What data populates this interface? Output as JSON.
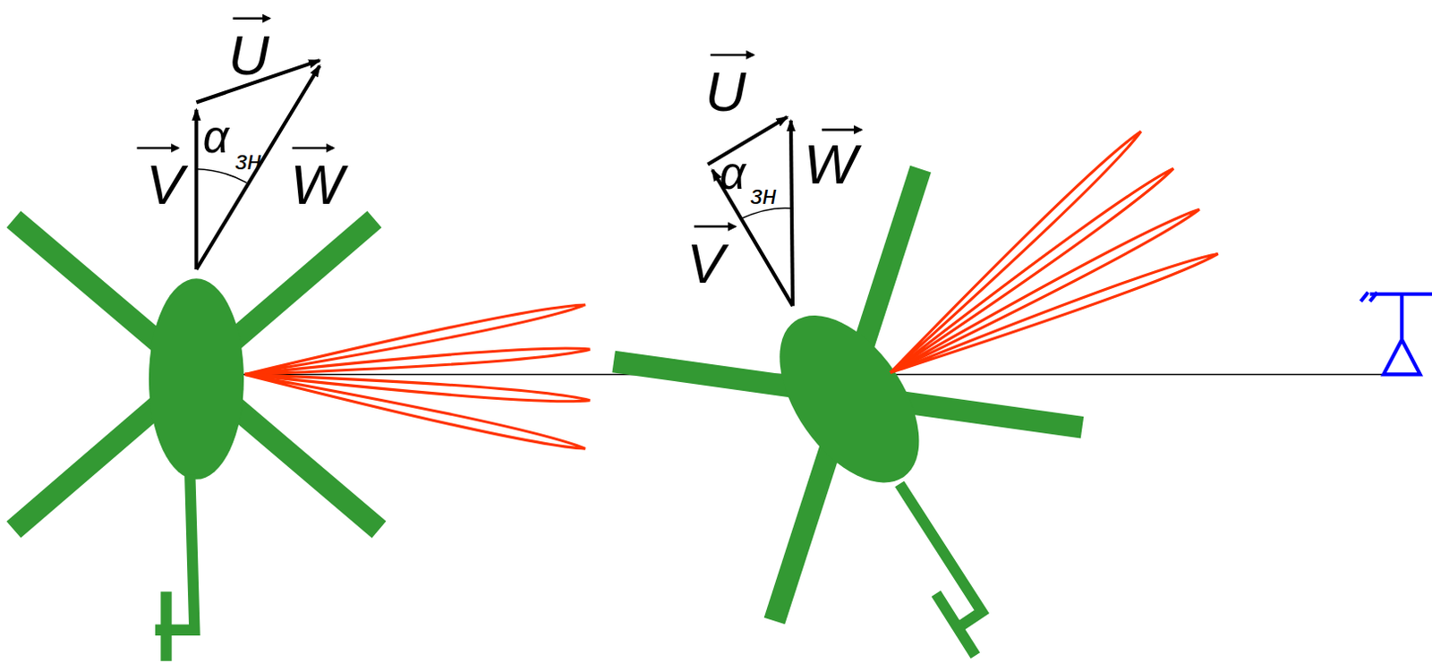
{
  "diagram": {
    "labels": [
      "U",
      "α",
      "зн",
      "V",
      "W",
      "U",
      "α",
      "зн",
      "V",
      "W"
    ]
  }
}
